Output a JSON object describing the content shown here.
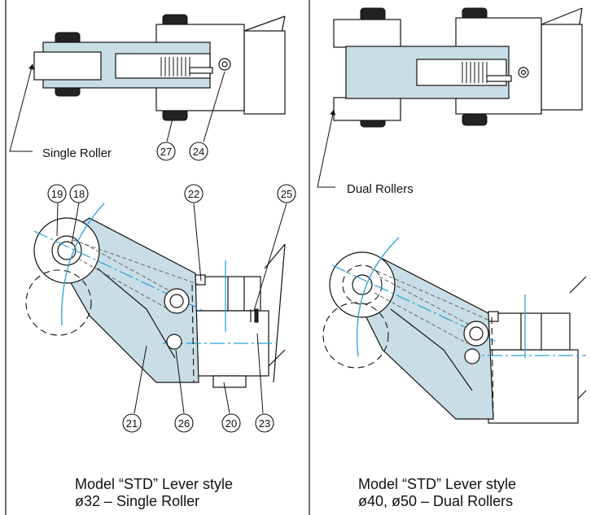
{
  "callouts": {
    "single_roller": "Single Roller",
    "dual_rollers": "Dual Rollers"
  },
  "part_numbers": {
    "p27": "27",
    "p24": "24",
    "p19": "19",
    "p18": "18",
    "p22": "22",
    "p25": "25",
    "p21": "21",
    "p26": "26",
    "p20": "20",
    "p23": "23"
  },
  "captions": {
    "left_line1": "Model “STD” Lever style",
    "left_line2": "ø32 – Single Roller",
    "right_line1": "Model “STD” Lever style",
    "right_line2": "ø40, ø50 – Dual Rollers"
  },
  "colors": {
    "lever_fill": "#c9dde6",
    "outline": "#111111",
    "centerline": "#2aa0d8"
  }
}
